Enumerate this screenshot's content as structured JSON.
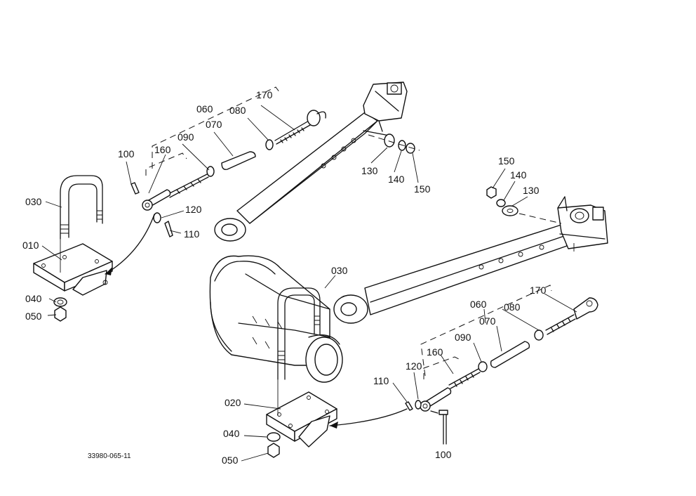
{
  "labels": {
    "p010": "010",
    "p020": "020",
    "p030": "030",
    "p040": "040",
    "p050": "050",
    "p060": "060",
    "p070": "070",
    "p080": "080",
    "p090": "090",
    "p100": "100",
    "p110": "110",
    "p120": "120",
    "p130": "130",
    "p140": "140",
    "p150": "150",
    "p160": "160",
    "p170": "170"
  },
  "drawing_code": "33980-065-11"
}
